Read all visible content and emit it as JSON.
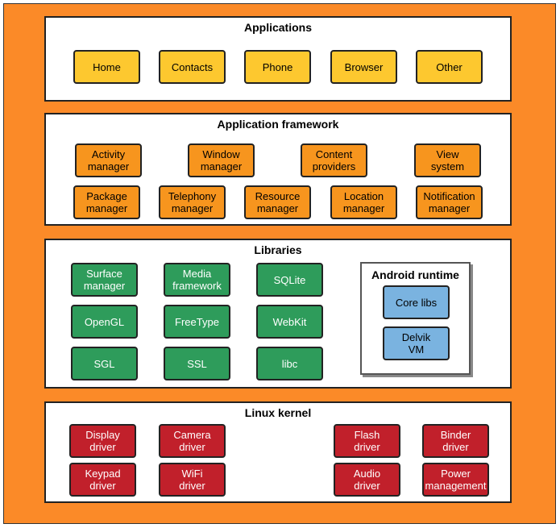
{
  "colors": {
    "background": "#fb8a28",
    "applications": "#fdc82f",
    "framework": "#f7951e",
    "libraries": "#2e9c5b",
    "runtime": "#7ab3e0",
    "kernel": "#c1202b"
  },
  "applications": {
    "title": "Applications",
    "items": [
      "Home",
      "Contacts",
      "Phone",
      "Browser",
      "Other"
    ]
  },
  "framework": {
    "title": "Application framework",
    "items": [
      "Activity\nmanager",
      "Window\nmanager",
      "Content\nproviders",
      "View\nsystem",
      "Package\nmanager",
      "Telephony\nmanager",
      "Resource\nmanager",
      "Location\nmanager",
      "Notification\nmanager"
    ]
  },
  "libraries": {
    "title": "Libraries",
    "items": [
      "Surface\nmanager",
      "Media\nframework",
      "SQLite",
      "OpenGL",
      "FreeType",
      "WebKit",
      "SGL",
      "SSL",
      "libc"
    ]
  },
  "runtime": {
    "title": "Android runtime",
    "items": [
      "Core libs",
      "Delvik\nVM"
    ]
  },
  "kernel": {
    "title": "Linux kernel",
    "items": [
      "Display\ndriver",
      "Camera\ndriver",
      "Flash\ndriver",
      "Binder\ndriver",
      "Keypad\ndriver",
      "WiFi\ndriver",
      "Audio\ndriver",
      "Power\nmanagement"
    ]
  }
}
